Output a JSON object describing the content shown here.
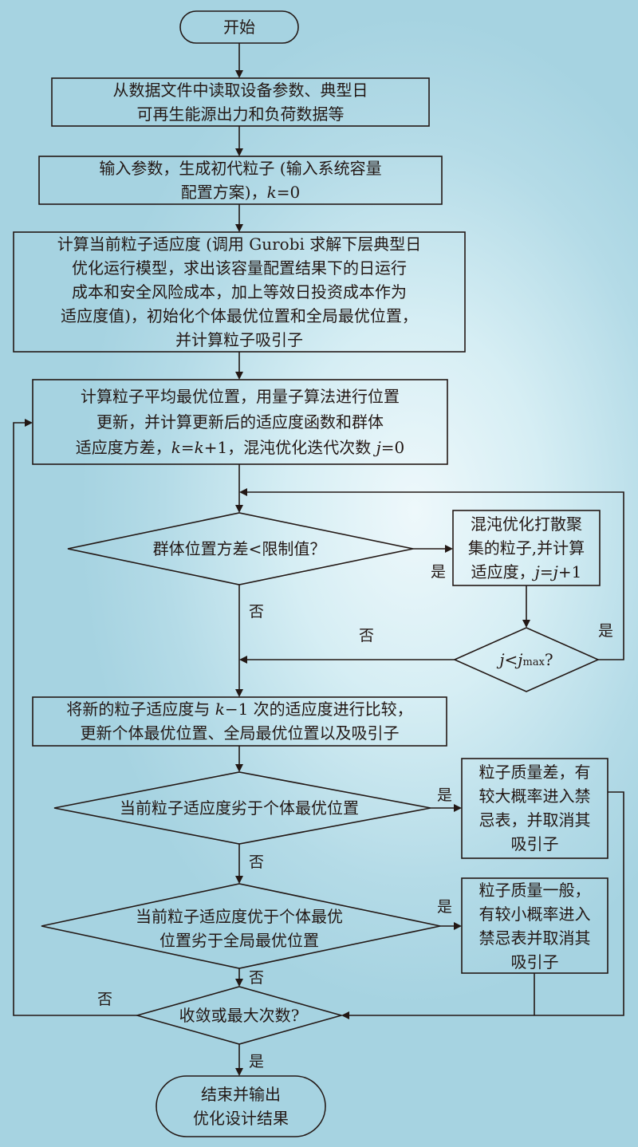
{
  "flowchart": {
    "start": "开始",
    "step1": "从数据文件中读取设备参数、典型日\n可再生能源出力和负荷数据等",
    "step2": "输入参数，生成初代粒子 (输入系统容量\n配置方案)，k=0",
    "step3": "计算当前粒子适应度 (调用 Gurobi 求解下层典型日\n优化运行模型，求出该容量配置结果下的日运行\n成本和安全风险成本，加上等效日投资成本作为\n适应度值)，初始化个体最优位置和全局最优位置，\n并计算粒子吸引子",
    "step4": "计算粒子平均最优位置，用量子算法进行位置\n更新，并计算更新后的适应度函数和群体\n适应度方差，k=k+1，混沌优化迭代次数 j=0",
    "decision1": "群体位置方差<限制值？",
    "chaos_box": "混沌优化打散聚\n集的粒子,并计算\n适应度，j=j+1",
    "decision_j": "j<jmax?",
    "step5": "将新的粒子适应度与 k−1 次的适应度进行比较，\n更新个体最优位置、全局最优位置以及吸引子",
    "decision2": "当前粒子适应度劣于个体最优位置",
    "box_bad": "粒子质量差，有\n较大概率进入禁\n忌表，并取消其\n吸引子",
    "decision3": "当前粒子适应度优于个体最优\n位置劣于全局最优位置",
    "box_avg": "粒子质量一般，\n有较小概率进入\n禁忌表并取消其\n吸引子",
    "decision4": "收敛或最大次数?",
    "end": "结束并输出\n优化设计结果",
    "labels": {
      "yes1": "是",
      "no1": "否",
      "no_j": "否",
      "yes_j": "是",
      "yes2": "是",
      "no2": "否",
      "yes3": "是",
      "no3": "否",
      "no4": "否",
      "yes4": "是"
    }
  }
}
